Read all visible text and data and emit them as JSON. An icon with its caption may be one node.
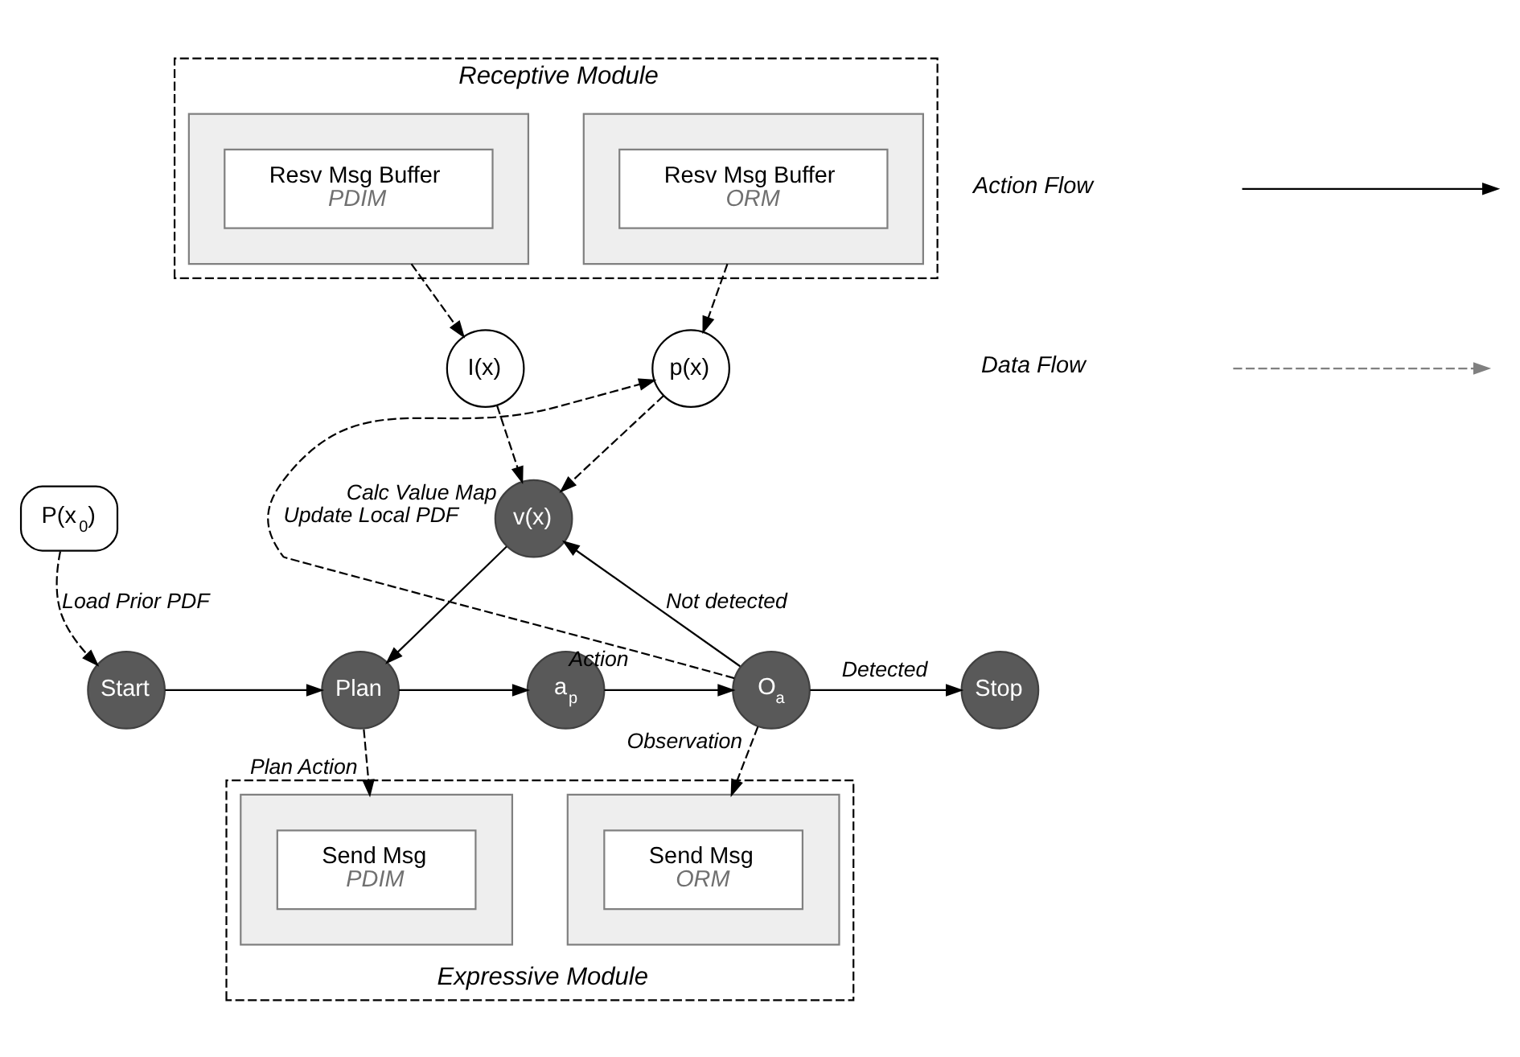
{
  "diagram": {
    "nodes": [
      {
        "text": [
          "Receptive Module"
        ]
      },
      {
        "text": [],
        "shape": "box",
        "in": 0
      },
      {
        "text": [
          "Resv Msg Buffer",
          "PDIM"
        ],
        "in": 1
      },
      {
        "text": [],
        "shape": "box",
        "in": 0
      },
      {
        "text": [
          "Resv Msg Buffer",
          "ORM"
        ],
        "in": 3
      },
      {
        "text": [
          "P(x$_{0}$)"
        ]
      },
      {
        "text": [
          "I(x)"
        ]
      },
      {
        "text": [
          "p(x)"
        ]
      },
      {
        "text": [
          "v(x)"
        ],
        "beside": [
          "Calc Value Map"
        ]
      },
      {
        "text": [
          "Start"
        ]
      },
      {
        "text": [
          "Plan"
        ],
        "beside": [
          "Plan Action"
        ]
      },
      {
        "text": [
          "a$_{p}$"
        ],
        "beside": [
          "Action"
        ]
      },
      {
        "text": [
          "O$_{a}$"
        ],
        "beside": [
          "Observation"
        ]
      },
      {
        "text": [
          "Stop"
        ]
      },
      {
        "text": [
          "Expressive Module"
        ]
      },
      {
        "text": [],
        "shape": "box",
        "in": 14
      },
      {
        "text": [
          "Send Msg",
          "PDIM"
        ],
        "in": 15
      },
      {
        "text": [],
        "shape": "box",
        "in": 14
      },
      {
        "text": [
          "Send Msg",
          "ORM"
        ],
        "in": 17
      }
    ],
    "edges": [
      {
        "from": 1,
        "to": 6,
        "arrow": "to",
        "style": "dashed"
      },
      {
        "from": 3,
        "to": 7,
        "arrow": "to",
        "style": "dashed"
      },
      {
        "from": 5,
        "to": 9,
        "arrow": "to",
        "style": "dashed",
        "label": "Load Prior PDF"
      },
      {
        "from": 6,
        "to": 8,
        "arrow": "to",
        "style": "dashed"
      },
      {
        "from": 7,
        "to": 8,
        "arrow": "to",
        "style": "dashed"
      },
      {
        "from": 12,
        "to": 7,
        "arrow": "to",
        "style": "dashed",
        "label": "Update Local PDF"
      },
      {
        "from": 12,
        "to": 8,
        "arrow": "to",
        "label": "Not detected"
      },
      {
        "from": 8,
        "to": 10,
        "arrow": "to"
      },
      {
        "from": 9,
        "to": 10,
        "arrow": "to"
      },
      {
        "from": 10,
        "to": 11,
        "arrow": "to"
      },
      {
        "from": 11,
        "to": 12,
        "arrow": "to"
      },
      {
        "from": 12,
        "to": 13,
        "arrow": "to",
        "label": "Detected"
      },
      {
        "from": 10,
        "to": 15,
        "arrow": "to",
        "style": "dashed"
      },
      {
        "from": 12,
        "to": 17,
        "arrow": "to",
        "style": "dashed"
      }
    ],
    "legend": [
      {
        "text": "Action Flow"
      },
      {
        "text": "Data Flow"
      }
    ]
  }
}
